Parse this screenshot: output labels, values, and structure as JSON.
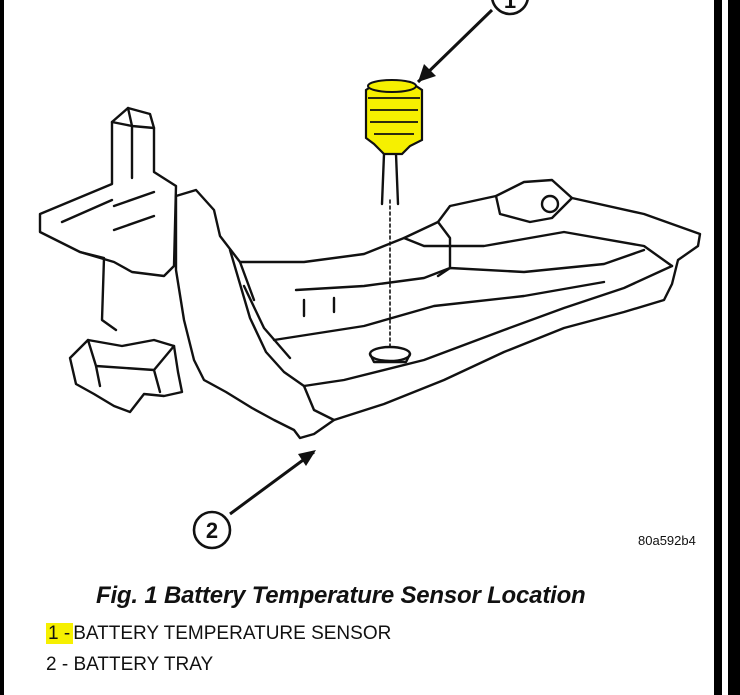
{
  "figure": {
    "code": "80a592b4",
    "caption": "Fig. 1 Battery Temperature Sensor Location",
    "callout_1": "1",
    "callout_2": "2"
  },
  "legend": [
    {
      "number": "1 -",
      "label": "BATTERY TEMPERATURE SENSOR",
      "highlighted": true
    },
    {
      "number": "2 -",
      "label": "BATTERY TRAY",
      "highlighted": false
    }
  ],
  "colors": {
    "highlight": "#f6f000",
    "ink": "#111111",
    "frame": "#000000"
  }
}
